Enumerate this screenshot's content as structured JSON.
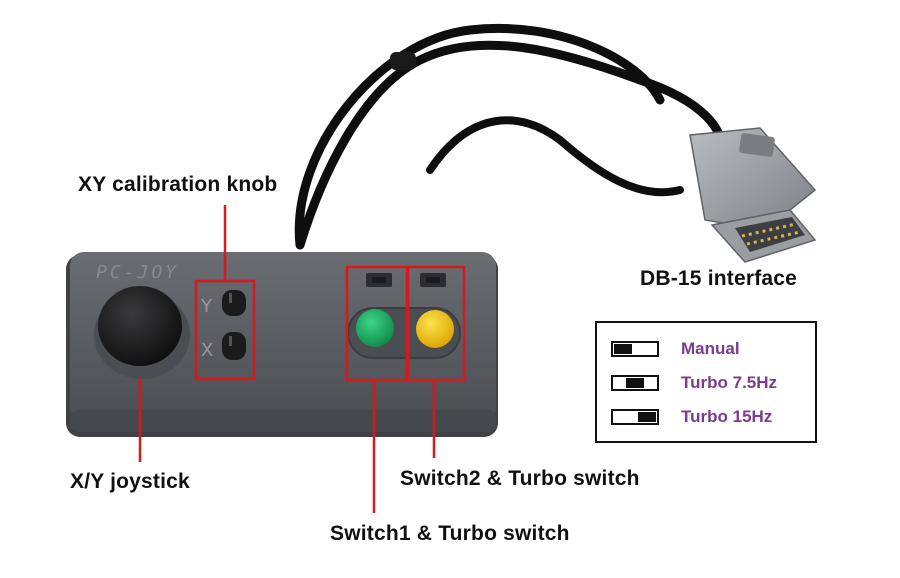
{
  "labels": {
    "xy_knob": "XY calibration knob",
    "db15": "DB-15 interface",
    "joystick": "X/Y joystick",
    "switch2": "Switch2 & Turbo switch",
    "switch1": "Switch1 & Turbo switch"
  },
  "device": {
    "brand": "PC-JOY",
    "knob_y": "Y",
    "knob_x": "X"
  },
  "legend": {
    "items": [
      {
        "label": "Manual",
        "knob": "left"
      },
      {
        "label": "Turbo 7.5Hz",
        "knob": "middle"
      },
      {
        "label": "Turbo 15Hz",
        "knob": "right"
      }
    ]
  },
  "colors": {
    "body": "#5b5e63",
    "callout": "#d6191e",
    "button_green": "#16a35a",
    "button_yellow": "#f2c20a",
    "legend_text": "#7d3b8f"
  }
}
